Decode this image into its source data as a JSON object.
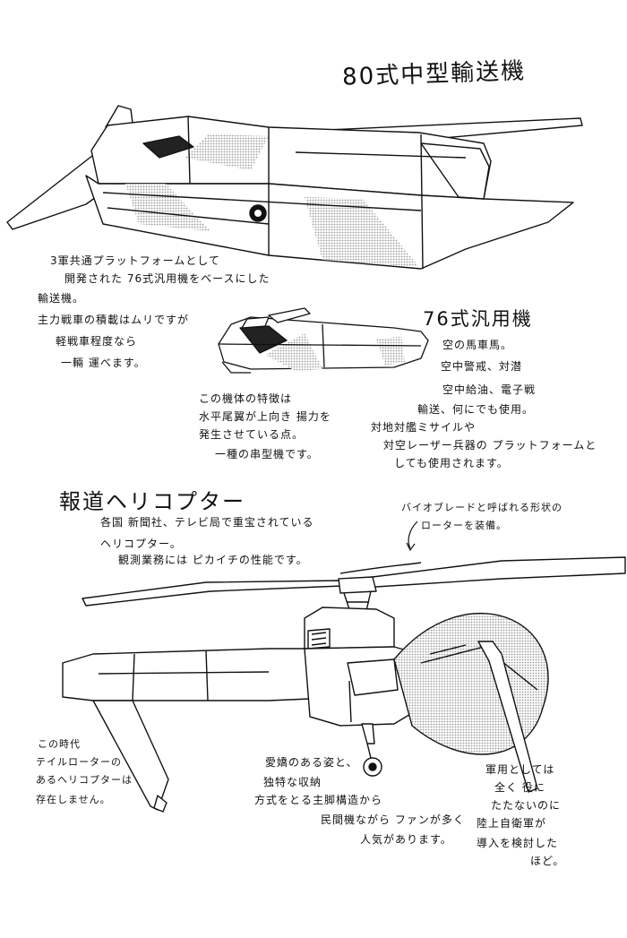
{
  "titles": {
    "transport": "80式中型輸送機",
    "utility": "76式汎用機",
    "helicopter": "報道ヘリコプター"
  },
  "notes": {
    "transport": [
      "3軍共通プラットフォームとして",
      "開発された 76式汎用機をベースにした",
      "輸送機。",
      "主力戦車の積載はムリですが",
      "軽戦車程度なら",
      "一輛 運べます。"
    ],
    "fuselage": [
      "この機体の特徴は",
      "水平尾翼が上向き 揚力を",
      "発生させている点。",
      "一種の串型機です。"
    ],
    "utility": [
      "空の馬車馬。",
      "空中警戒、対潜",
      "空中給油、電子戦",
      "輸送、何にでも使用。",
      "対地対艦ミサイルや",
      "対空レーザー兵器の プラットフォームと",
      "しても使用されます。"
    ],
    "helicopter": [
      "各国 新聞社、テレビ局で重宝されている",
      "ヘリコプター。",
      "観測業務には ピカイチの性能です。"
    ],
    "rotor": [
      "バイオブレードと呼ばれる形状の",
      "ローターを装備。"
    ],
    "tail": [
      "この時代",
      "テイルローターの",
      "あるヘリコプターは",
      "存在しません。"
    ],
    "gear": [
      "愛嬌のある姿と、",
      "独特な収納",
      "方式をとる主脚構造から",
      "民間機ながら ファンが多く",
      "人気があります。"
    ],
    "military": [
      "軍用としては",
      "全く 役に",
      "たたないのに",
      "陸上自衛軍が",
      "導入を検討した",
      "ほど。"
    ]
  },
  "colors": {
    "ink": "#111111",
    "tone": "#d9d9d9",
    "paper": "#ffffff"
  }
}
